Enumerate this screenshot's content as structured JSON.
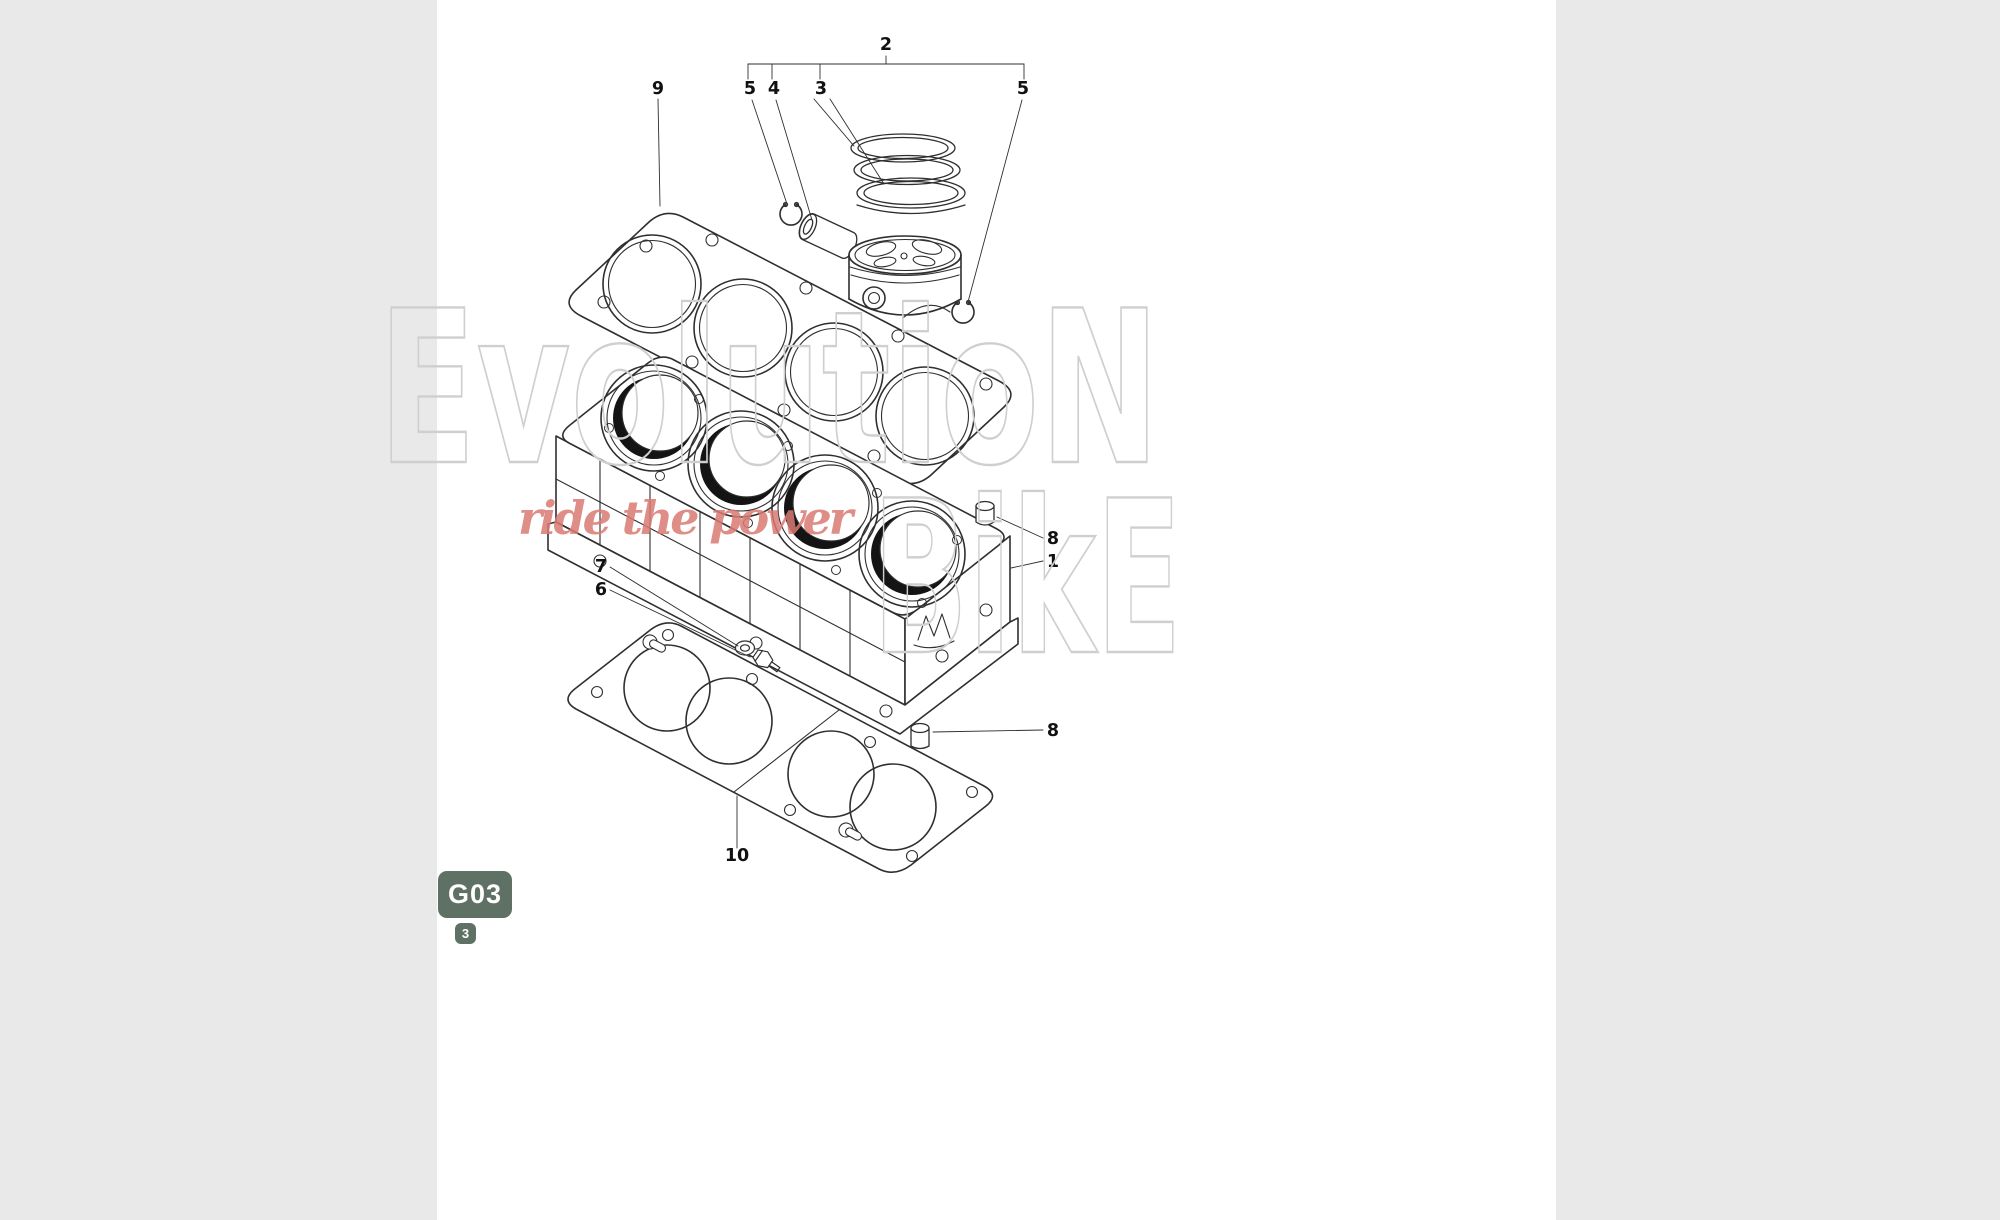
{
  "watermark": {
    "line1": "EvolutioN",
    "line2": "BikE",
    "tagline": "ride the power"
  },
  "badge": {
    "code": "G03",
    "page": "3"
  },
  "callouts": [
    {
      "n": "2"
    },
    {
      "n": "9"
    },
    {
      "n": "5"
    },
    {
      "n": "4"
    },
    {
      "n": "3"
    },
    {
      "n": "5"
    },
    {
      "n": "8"
    },
    {
      "n": "1"
    },
    {
      "n": "7"
    },
    {
      "n": "6"
    },
    {
      "n": "8"
    },
    {
      "n": "10"
    }
  ],
  "colors": {
    "paper": "#ffffff",
    "margin_gray": "#e9e9e9",
    "drawing_line": "#2f2f2f",
    "watermark_outline": "#cfcfcf",
    "watermark_red": "#d97b72",
    "badge_bg": "#5f7064"
  }
}
